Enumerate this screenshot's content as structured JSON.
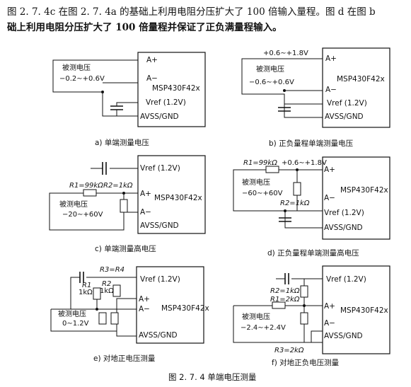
{
  "intro": {
    "line1": "图 2. 7. 4c 在图 2. 7. 4a 的基础上利用电阻分压扩大了 100 倍输入量程。图 d 在图 b",
    "line2": "础上利用电阻分压扩大了 100 倍量程并保证了正负满量程输入。"
  },
  "chip": {
    "name": "MSP430F42x",
    "pin_aplus": "A+",
    "pin_aminus": "A−",
    "pin_vref": "Vref (1.2V)",
    "pin_gnd": "AVSS/GND"
  },
  "label_measured": "被测电压",
  "figures": {
    "a": {
      "range": "−0.2∼+0.6V",
      "caption": "a) 单端测量电压"
    },
    "b": {
      "bias": "+0.6∼+1.8V",
      "range": "−0.6∼+0.6V",
      "caption": "b) 正负量程单端测量电压"
    },
    "c": {
      "r1": "R1=99kΩ",
      "r2": "R2=1kΩ",
      "range": "−20∼+60V",
      "caption": "c) 单端测量高电压"
    },
    "d": {
      "r1": "R1=99kΩ",
      "bias": "+0.6∼+1.8V",
      "range": "−60∼+60V",
      "r2": "R2=1kΩ",
      "caption": "d) 正负量程单端测量高电压"
    },
    "e": {
      "r3": "R3=R4",
      "r1_name": "R1",
      "r1_val": "1kΩ",
      "r2_name": "R2",
      "r2_val": "1kΩ",
      "range": "0∼1.2V",
      "caption": "e) 对地正电压测量"
    },
    "f": {
      "r2": "R2=1kΩ",
      "r1": "R1=2kΩ",
      "range": "−2.4∼+2.4V",
      "r3": "R3=2kΩ",
      "caption": "f) 对地正负电压测量"
    }
  },
  "figure_caption": "图 2. 7. 4    单端电压测量"
}
